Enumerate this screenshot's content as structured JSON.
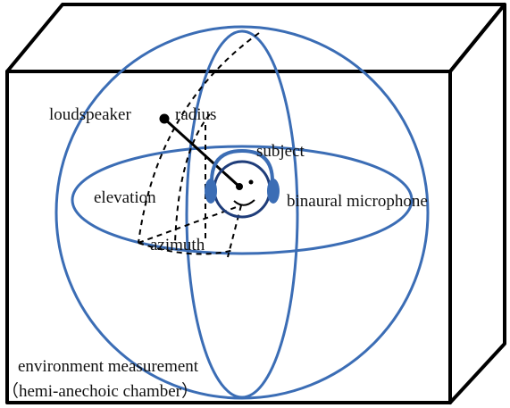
{
  "labels": {
    "loudspeaker": "loudspeaker",
    "radius": "radius",
    "subject": "subject",
    "elevation": "elevation",
    "binaural_microphone": "binaural microphone",
    "azimuth": "azimuth",
    "environment_line1": "environment measurement",
    "environment_line2": "（hemi-anechoic chamber）"
  },
  "colors": {
    "box": "#000000",
    "sphere": "#3b6db5",
    "dashes": "#000000",
    "text": "#111111"
  }
}
